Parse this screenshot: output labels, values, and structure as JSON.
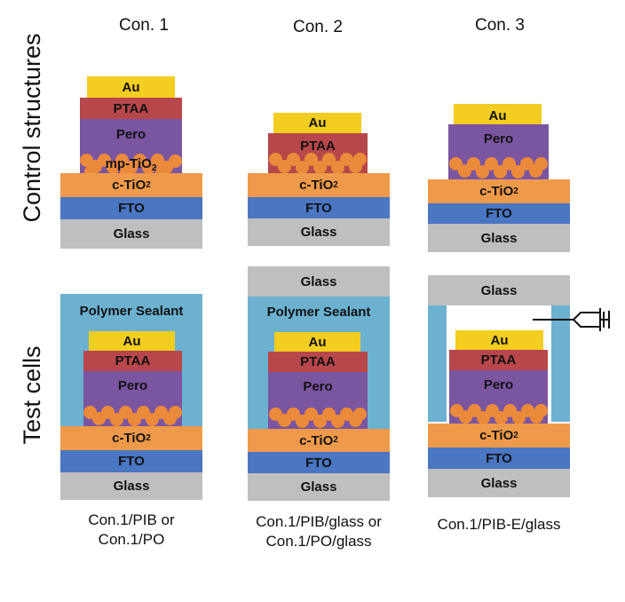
{
  "columns": [
    "Con. 1",
    "Con. 2",
    "Con. 3"
  ],
  "row_labels": {
    "control": "Control structures",
    "test": "Test cells"
  },
  "layers": {
    "au": "Au",
    "ptaa": "PTAA",
    "pero": "Pero",
    "mp": "mp-TiO",
    "ctio": "c-TiO",
    "sub2": "2",
    "fto": "FTO",
    "glass": "Glass",
    "sealant": "Polymer Sealant"
  },
  "captions": {
    "con1": [
      "Con.1/PIB or",
      "Con.1/PO"
    ],
    "con2": [
      "Con.1/PIB/glass or",
      "Con.1/PO/glass"
    ],
    "con3": [
      "Con.1/PIB-E/glass"
    ]
  },
  "colors": {
    "gold": "#f3cd20",
    "ptaa": "#b7474b",
    "perovskite": "#7a55a0",
    "c_tio2": "#ef9a4a",
    "fto": "#4a76c2",
    "glass": "#bfbfbf",
    "sealant": "#6cb2d0",
    "nanoparticle": "#ec8a3b"
  },
  "icons": [
    "syringe-icon"
  ]
}
